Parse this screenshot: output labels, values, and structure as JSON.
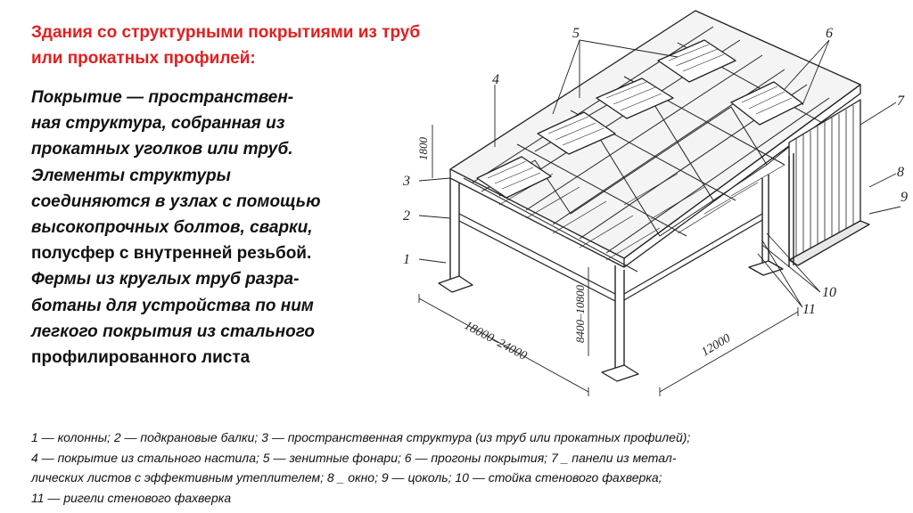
{
  "title_lines": [
    "Здания со структурными покрытиями из труб",
    "или прокатных профилей:"
  ],
  "body_lines": [
    "Покрытие — пространствен-",
    "ная структура, собранная из",
    "прокатных уголков или труб.",
    "Элементы структуры",
    "соединяются в узлах с помощью",
    "высокопрочных болтов, сварки,",
    "полусфер с внутренней резьбой.",
    "Фермы из круглых труб разра-",
    "ботаны для устройства по ним",
    "легкого покрытия из стального",
    "профилированного листа"
  ],
  "drawing": {
    "labels": [
      "1",
      "2",
      "3",
      "4",
      "5",
      "6",
      "7",
      "8",
      "9",
      "10",
      "11"
    ],
    "dimensions": {
      "height_roof": "1800",
      "height_column": "8400–10800",
      "span": "18000–24000",
      "pitch": "12000"
    }
  },
  "caption_lines": [
    "1 — колонны; 2 — подкрановые балки; 3 — пространственная структура (из труб или прокатных профилей);",
    "4 — покрытие из стального настила; 5 — зенитные фонари; 6 — прогоны покрытия; 7 _ панели из метал-",
    "лических листов с эффективным утеплителем; 8 _ окно; 9 — цоколь; 10 — стойка стенового фахверка;",
    "11 — ригели стенового фахверка"
  ],
  "colors": {
    "title": "#e02020",
    "text": "#111111",
    "line": "#222222"
  }
}
